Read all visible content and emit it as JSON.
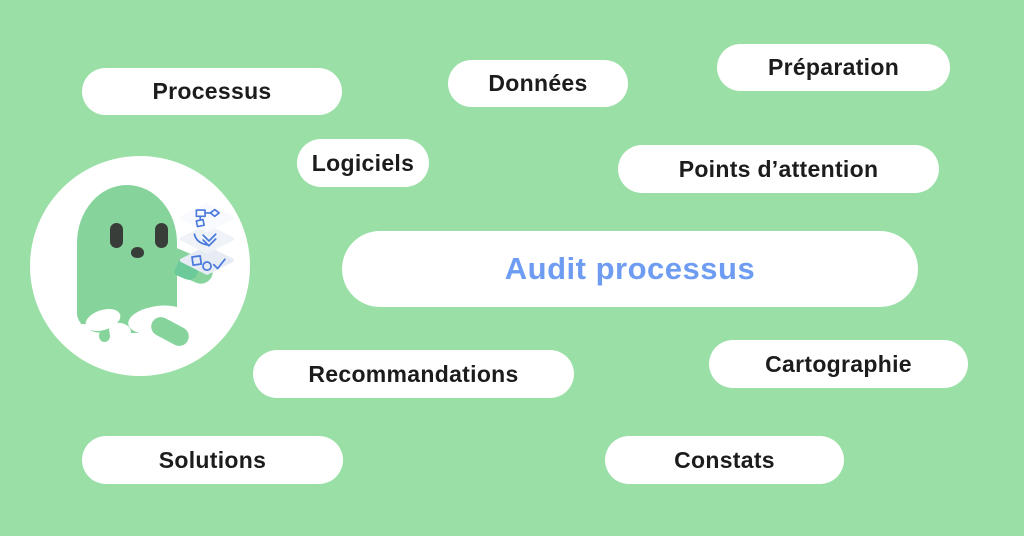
{
  "title_pill": {
    "label": "Audit processus",
    "text_color": "#6d9cf2"
  },
  "labels": [
    {
      "id": "processus",
      "text": "Processus"
    },
    {
      "id": "donnees",
      "text": "Données"
    },
    {
      "id": "preparation",
      "text": "Préparation"
    },
    {
      "id": "logiciels",
      "text": "Logiciels"
    },
    {
      "id": "points-attention",
      "text": "Points d’attention"
    },
    {
      "id": "recommandations",
      "text": "Recommandations"
    },
    {
      "id": "cartographie",
      "text": "Cartographie"
    },
    {
      "id": "solutions",
      "text": "Solutions"
    },
    {
      "id": "constats",
      "text": "Constats"
    }
  ],
  "mascot": {
    "description": "green ghost mascot in white circle holding layered process cards",
    "icons": [
      "flowchart-icon",
      "arrow-swoosh-icon",
      "shapes-check-icon"
    ]
  },
  "colors": {
    "background": "#99dfa6",
    "pill_background": "#ffffff",
    "label_text": "#1c1c1c",
    "title_text": "#6d9cf2",
    "ghost_body": "#86d49b",
    "ghost_eyes": "#383d3a",
    "card_icon_blue": "#4a79dd"
  }
}
